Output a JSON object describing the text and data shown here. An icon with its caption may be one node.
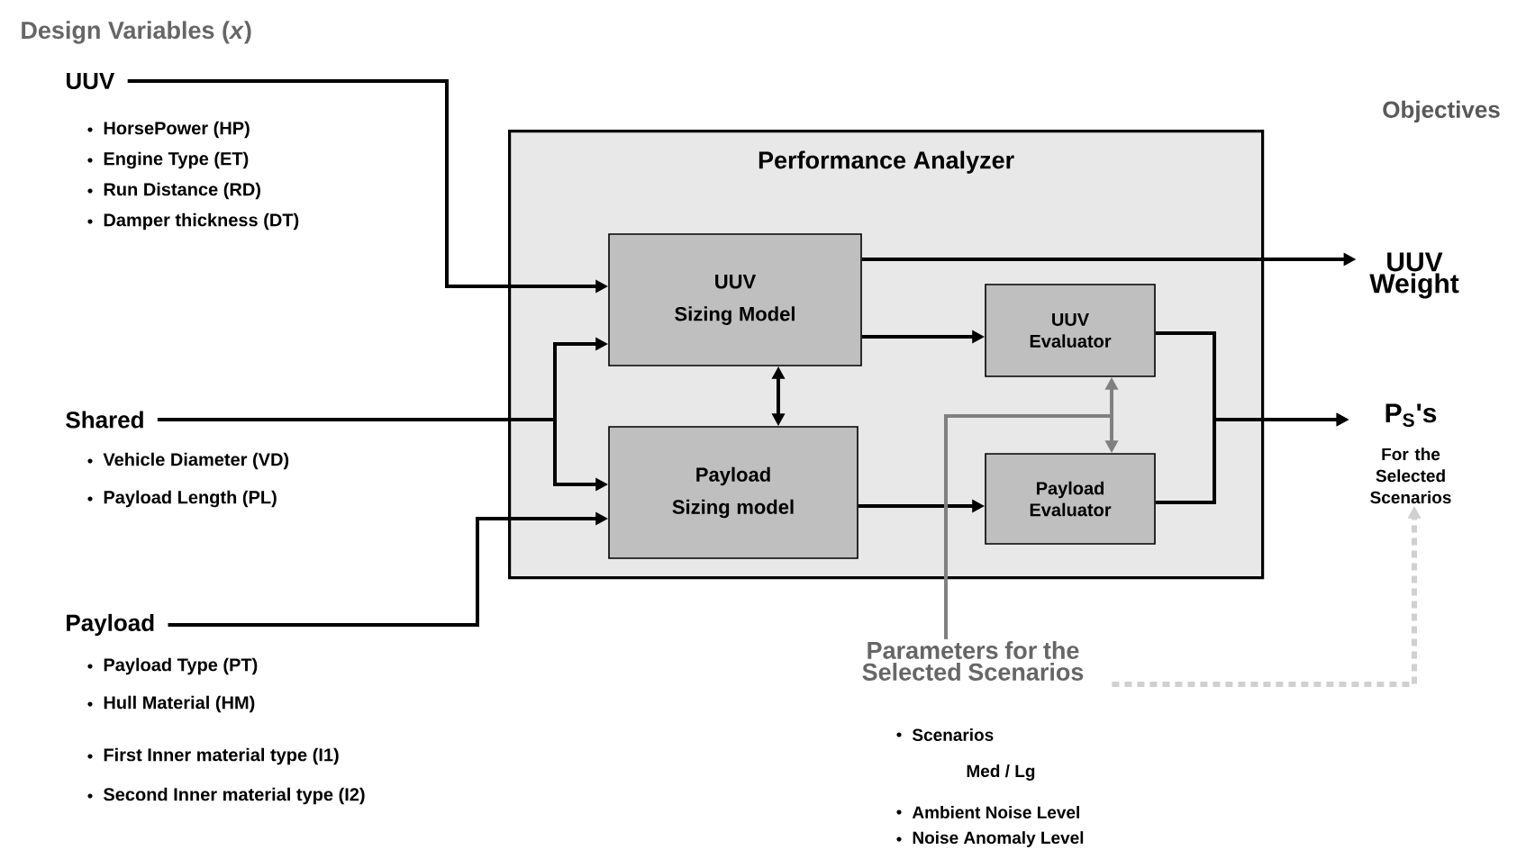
{
  "diagram": {
    "nodes": [
      {
        "text": [
          "Performance Analyzer"
        ]
      },
      {
        "text": [
          "UUV",
          "Sizing Model"
        ],
        "in": 0
      },
      {
        "text": [
          "Payload",
          "Sizing model"
        ],
        "in": 0
      },
      {
        "text": [
          "UUV Evaluator"
        ],
        "in": 0
      },
      {
        "text": [
          "Payload Evaluator"
        ],
        "in": 0
      },
      {
        "text": [
          "UUV"
        ],
        "beside": [
          "HorsePower (HP)",
          "Engine Type (ET)",
          "Run Distance (RD)",
          "Damper thickness (DT)"
        ]
      },
      {
        "text": [
          "Shared"
        ],
        "beside": [
          "Vehicle Diameter (VD)",
          "Payload Length (PL)"
        ]
      },
      {
        "text": [
          "Payload"
        ],
        "beside": [
          "Payload Type (PT)",
          "Hull Material  (HM)",
          "First Inner material type (I1)",
          "Second Inner material type (I2)"
        ]
      },
      {
        "text": [
          "UUV Weight"
        ]
      },
      {
        "text": [
          "P$_{S}$'s",
          "For the Selected Scenarios"
        ]
      },
      {
        "text": [
          "Parameters for the Selected Scenarios"
        ],
        "beside": [
          "Scenarios",
          "Med / Lg",
          "Ambient Noise Level",
          "Noise Anomaly Level"
        ]
      }
    ],
    "edges": [
      {
        "from": 5,
        "to": 1,
        "arrow": "to"
      },
      {
        "from": 6,
        "to": 1,
        "arrow": "to"
      },
      {
        "from": 6,
        "to": 2,
        "arrow": "to"
      },
      {
        "from": 7,
        "to": 2,
        "arrow": "to"
      },
      {
        "from": 1,
        "to": 2,
        "arrow": "both"
      },
      {
        "from": 1,
        "to": 8,
        "arrow": "to"
      },
      {
        "from": 1,
        "to": 3,
        "arrow": "to"
      },
      {
        "from": 2,
        "to": 4,
        "arrow": "to"
      },
      {
        "from": 3,
        "to": 9,
        "arrow": "to"
      },
      {
        "from": 4,
        "to": 9,
        "arrow": "to"
      },
      {
        "from": 10,
        "to": 3,
        "arrow": "to",
        "color": "#808080"
      },
      {
        "from": 10,
        "to": 4,
        "arrow": "to",
        "color": "#808080"
      },
      {
        "from": 10,
        "to": 9,
        "arrow": "to",
        "style": "dashed",
        "color": "#d0d0d0"
      }
    ],
    "labels": [
      "Design Variables (*x*)",
      "Objectives"
    ]
  }
}
